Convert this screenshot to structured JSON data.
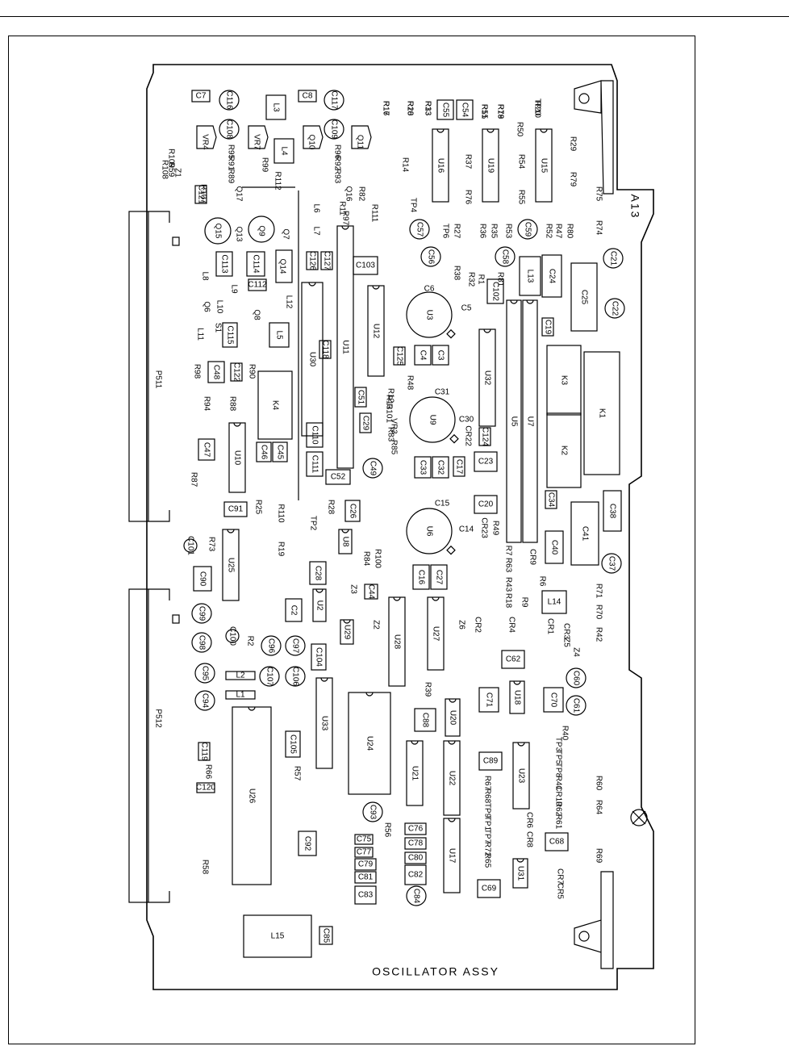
{
  "board": {
    "title": "OSCILLATOR ASSY",
    "assembly": "A13"
  },
  "connectors": [
    "P511",
    "P512"
  ],
  "ics": [
    {
      "ref": "U16"
    },
    {
      "ref": "U19"
    },
    {
      "ref": "U15"
    },
    {
      "ref": "U11"
    },
    {
      "ref": "U12"
    },
    {
      "ref": "U3"
    },
    {
      "ref": "U30"
    },
    {
      "ref": "U32"
    },
    {
      "ref": "U9"
    },
    {
      "ref": "U5"
    },
    {
      "ref": "U7"
    },
    {
      "ref": "U10"
    },
    {
      "ref": "U6"
    },
    {
      "ref": "U25"
    },
    {
      "ref": "U8"
    },
    {
      "ref": "U2"
    },
    {
      "ref": "U29"
    },
    {
      "ref": "U28"
    },
    {
      "ref": "U27"
    },
    {
      "ref": "U24"
    },
    {
      "ref": "U33"
    },
    {
      "ref": "U26"
    },
    {
      "ref": "U20"
    },
    {
      "ref": "U21"
    },
    {
      "ref": "U22"
    },
    {
      "ref": "U18"
    },
    {
      "ref": "U23"
    },
    {
      "ref": "U17"
    },
    {
      "ref": "U31"
    }
  ],
  "relays": [
    "K1",
    "K2",
    "K3",
    "K4"
  ],
  "inductors": [
    "L15",
    "L14",
    "L13",
    "L1",
    "L2",
    "L3",
    "L4",
    "L5"
  ],
  "capacitors": [
    "C54",
    "C55",
    "C103",
    "C102",
    "C24",
    "C25",
    "C21",
    "C22",
    "C6",
    "C5",
    "C4",
    "C3",
    "C19",
    "C125",
    "C31",
    "C30",
    "C51",
    "C29",
    "C124",
    "C48",
    "C46",
    "C45",
    "C47",
    "C110",
    "C111",
    "C52",
    "C49",
    "C33",
    "C32",
    "C17",
    "C23",
    "C91",
    "C26",
    "C15",
    "C14",
    "C20",
    "C34",
    "C38",
    "C41",
    "C40",
    "C37",
    "C90",
    "C99",
    "C98",
    "C100",
    "C96",
    "C97",
    "C28",
    "C2",
    "C44",
    "C16",
    "C27",
    "C95",
    "C94",
    "C107",
    "C106",
    "C104",
    "C105",
    "C62",
    "C60",
    "C61",
    "C71",
    "C70",
    "C88",
    "C89",
    "C92",
    "C93",
    "C76",
    "C78",
    "C80",
    "C82",
    "C75",
    "C77",
    "C79",
    "C81",
    "C83",
    "C84",
    "C68",
    "C69",
    "C85",
    "C7",
    "C8",
    "C116",
    "C117",
    "C108",
    "C109",
    "C122",
    "C121",
    "C112",
    "C113",
    "C114",
    "C126",
    "C127",
    "C115",
    "C118",
    "C119",
    "C120",
    "C101",
    "C56",
    "C57",
    "C58",
    "C59"
  ],
  "misc_labels": [
    "R33",
    "R20",
    "R16",
    "R51",
    "R78",
    "TP10",
    "R50",
    "R37",
    "R54",
    "R29",
    "R79",
    "R76",
    "R55",
    "R27",
    "R36",
    "R35",
    "R53",
    "R52",
    "R47",
    "R80",
    "R74",
    "R75",
    "TP4",
    "TP6",
    "R38",
    "R32",
    "R1",
    "R81",
    "R82",
    "R11",
    "R97",
    "R111",
    "R112",
    "R99",
    "R91",
    "R89",
    "R92",
    "R93",
    "R95",
    "R96",
    "VR3",
    "VR4",
    "VR7",
    "Q10",
    "Q11",
    "Q16",
    "Q17",
    "Q15",
    "Q9",
    "Q8",
    "Q14",
    "Q13",
    "Q7",
    "Q6",
    "S1",
    "L6",
    "L7",
    "L8",
    "L9",
    "L10",
    "L11",
    "L12",
    "R90",
    "R98",
    "R94",
    "R88",
    "R87",
    "R28",
    "TP2",
    "R110",
    "R25",
    "R19",
    "R73",
    "R100",
    "R84",
    "Z3",
    "Z2",
    "R2",
    "R12",
    "R13",
    "R101",
    "R83",
    "R85",
    "R48",
    "CR22",
    "CR23",
    "R49",
    "CR9",
    "R6",
    "R9",
    "R7",
    "R63",
    "R43",
    "R18",
    "Z6",
    "CR2",
    "CR4",
    "CR1",
    "CR3",
    "Z5",
    "Z4",
    "R71",
    "R70",
    "R42",
    "R39",
    "R40",
    "TP3",
    "TP5",
    "TP8",
    "R41",
    "CR10",
    "R62",
    "R61",
    "R60",
    "R64",
    "R69",
    "R67",
    "R68",
    "TP9",
    "TP1",
    "TP7",
    "R72",
    "R65",
    "CR6",
    "CR8",
    "CR7",
    "CR5",
    "R56",
    "R66",
    "R57",
    "R58",
    "R59",
    "Z1",
    "R109",
    "R107",
    "R108",
    "R14",
    "R13",
    "R18",
    "R17",
    "R15",
    "R19",
    "R20"
  ]
}
